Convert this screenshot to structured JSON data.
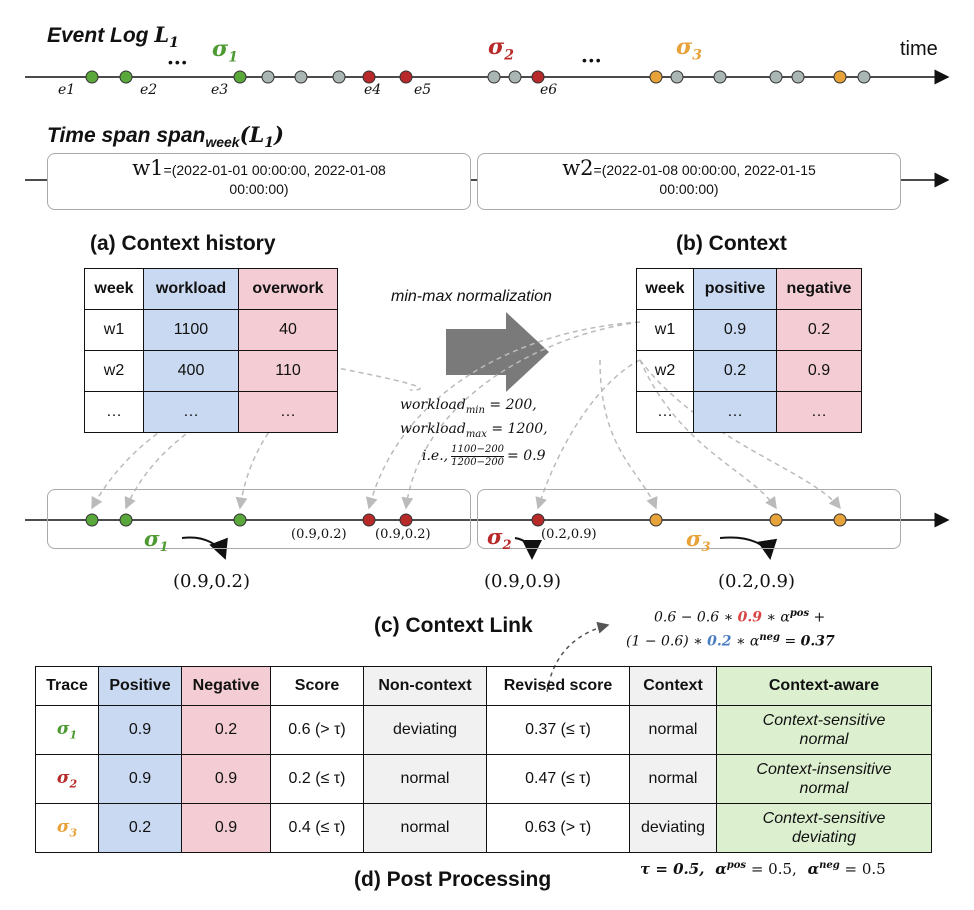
{
  "top": {
    "event_log_label": "Event Log",
    "event_log_var": "L",
    "event_log_sub": "1",
    "time_label": "time",
    "ellipsis": "•••",
    "sigma1": "σ",
    "sigma1_sub": "1",
    "sigma2": "σ",
    "sigma2_sub": "2",
    "sigma3": "σ",
    "sigma3_sub": "3",
    "events": [
      "e1",
      "e2",
      "e3",
      "e4",
      "e5",
      "e6"
    ]
  },
  "timespan": {
    "label": "Time span span",
    "sub": "week",
    "arg": "(L",
    "arg_sub": "1",
    "arg_close": ")",
    "w1_name": "w1",
    "w1_range": "=(2022-01-01 00:00:00, 2022-01-08",
    "w1_range2": "00:00:00)",
    "w2_name": "w2",
    "w2_range": "=(2022-01-08 00:00:00, 2022-01-15",
    "w2_range2": "00:00:00)"
  },
  "context_history": {
    "title": "(a) Context history",
    "headers": [
      "week",
      "workload",
      "overwork"
    ],
    "rows": [
      [
        "w1",
        "1100",
        "40"
      ],
      [
        "w2",
        "400",
        "110"
      ],
      [
        "…",
        "…",
        "…"
      ]
    ]
  },
  "context": {
    "title": "(b) Context",
    "headers": [
      "week",
      "positive",
      "negative"
    ],
    "rows": [
      [
        "w1",
        "0.9",
        "0.2"
      ],
      [
        "w2",
        "0.2",
        "0.9"
      ],
      [
        "…",
        "…",
        "…"
      ]
    ]
  },
  "normalization": {
    "label": "min-max normalization",
    "line1": "workload",
    "line1_sub": "min",
    "line1_rest": " = 200,",
    "line2": "workload",
    "line2_sub": "max",
    "line2_rest": " = 1200,",
    "line3_pre": "i.e., ",
    "frac_num": "1100−200",
    "frac_den": "1200−200",
    "line3_rest": " = 0.9"
  },
  "context_link": {
    "title": "(c) Context Link",
    "e4_pair": "(0.9,0.2)",
    "e5_pair": "(0.9,0.2)",
    "e6_pair": "(0.2,0.9)",
    "sigma1_tuple": "(0.9,0.2)",
    "sigma2_tuple": "(0.9,0.9)",
    "sigma3_tuple": "(0.2,0.9)",
    "formula_line1_a": "0.6 − 0.6 ∗ ",
    "formula_line1_red": "0.9",
    "formula_line1_b": " ∗ α",
    "formula_line1_sup": "pos",
    "formula_line1_c": " +",
    "formula_line2_a": "(1 − 0.6) ∗ ",
    "formula_line2_blue": "0.2",
    "formula_line2_b": " ∗ α",
    "formula_line2_sup": "neg",
    "formula_line2_c": " = ",
    "formula_result": "0.37"
  },
  "post_processing": {
    "title": "(d) Post Processing",
    "headers": [
      "Trace",
      "Positive",
      "Negative",
      "Score",
      "Non-context",
      "Revised score",
      "Context",
      "Context-aware"
    ],
    "rows": [
      {
        "sub": "1",
        "positive": "0.9",
        "negative": "0.2",
        "score": "0.6 (> τ)",
        "noncontext": "deviating",
        "revised": "0.37 (≤ τ)",
        "context": "normal",
        "aware1": "Context-sensitive",
        "aware2": "normal"
      },
      {
        "sub": "2",
        "positive": "0.9",
        "negative": "0.9",
        "score": "0.2 (≤ τ)",
        "noncontext": "normal",
        "revised": "0.47 (≤ τ)",
        "context": "normal",
        "aware1": "Context-insensitive",
        "aware2": "normal"
      },
      {
        "sub": "3",
        "positive": "0.2",
        "negative": "0.9",
        "score": "0.4 (≤ τ)",
        "noncontext": "normal",
        "revised": "0.63 (> τ)",
        "context": "deviating",
        "aware1": "Context-sensitive",
        "aware2": "deviating"
      }
    ],
    "params_tau": "τ = 0.5,",
    "params_apos": "α",
    "params_apos_sup": "pos",
    "params_apos_val": " = 0.5,",
    "params_aneg": "α",
    "params_aneg_sup": "neg",
    "params_aneg_val": " = 0.5"
  },
  "colors": {
    "green": "#4e9a33",
    "red": "#b82a2a",
    "orange": "#e8a23a",
    "grey_node": "#aab6b3",
    "blue_cell": "#c9d9f1",
    "pink_cell": "#f3cdd3",
    "green_cell": "#dcefcf"
  }
}
